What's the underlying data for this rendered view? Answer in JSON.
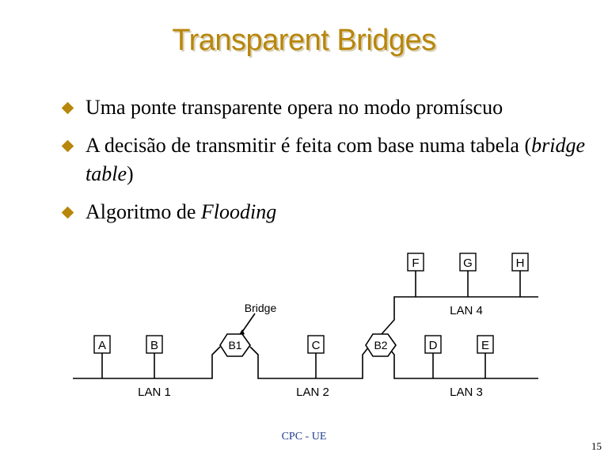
{
  "title": "Transparent Bridges",
  "bullets": [
    {
      "text": "Uma ponte transparente opera no modo promíscuo"
    },
    {
      "text_before": "A decisão de transmitir é feita com base numa tabela (",
      "italic": "bridge table",
      "text_after": ")"
    },
    {
      "text_before": "Algoritmo de ",
      "italic": "Flooding",
      "text_after": ""
    }
  ],
  "diagram": {
    "stations": [
      "A",
      "B",
      "C",
      "D",
      "E",
      "F",
      "G",
      "H"
    ],
    "bridges": [
      "B1",
      "B2"
    ],
    "lans": [
      "LAN 1",
      "LAN 2",
      "LAN 3",
      "LAN 4"
    ],
    "callout": "Bridge"
  },
  "footer": "CPC - UE",
  "page_number": "15"
}
